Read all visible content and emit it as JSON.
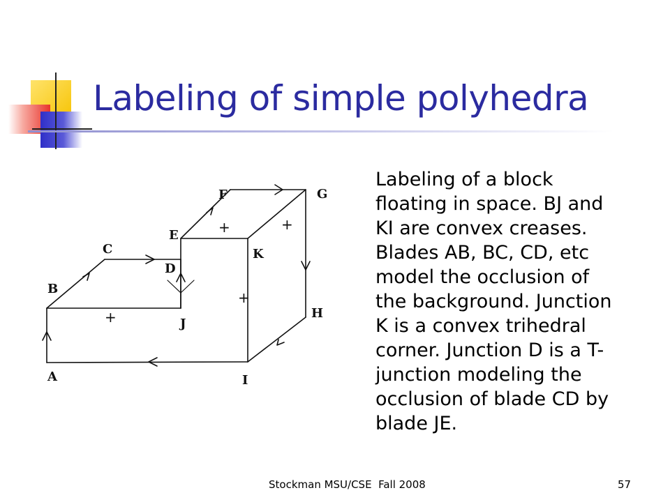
{
  "slide": {
    "title": "Labeling of simple polyhedra",
    "body_lines": [
      "Labeling of a block",
      "floating in space. BJ and",
      "KI are convex creases.",
      "Blades AB, BC, CD, etc",
      "model the occlusion of",
      "the background. Junction",
      "K is a convex trihedral",
      "corner. Junction D is a T-",
      "junction modeling the",
      "occlusion of blade CD by",
      "blade JE."
    ],
    "footer": "Stockman MSU/CSE  Fall 2008",
    "page_number": "57"
  },
  "diagram": {
    "vertex_labels": {
      "A": "A",
      "B": "B",
      "C": "C",
      "D": "D",
      "E": "E",
      "F": "F",
      "G": "G",
      "H": "H",
      "I": "I",
      "J": "J",
      "K": "K"
    },
    "convex_mark": "+"
  },
  "colors": {
    "title": "#2B2BA0",
    "deco_yellow": "#FFD200",
    "deco_red": "#E8332B",
    "deco_blue": "#2F2FC8"
  }
}
